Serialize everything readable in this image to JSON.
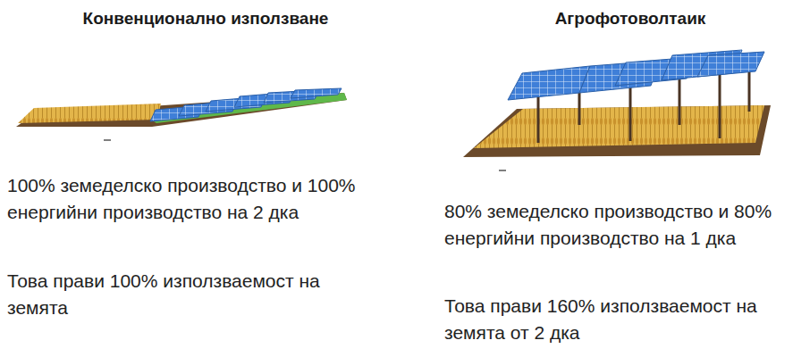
{
  "diagram": {
    "labels": [
      "Конвенционално използване",
      "100% земеделско производство и 100% енергийни производство на 2 дка",
      "Това прави 100% използваемост на земята",
      "Агрофотоволтаик",
      "80% земеделско производство и 80% енергийни производство на 1 дка",
      "Това прави 160% използваемост на земята от 2 дка"
    ]
  }
}
